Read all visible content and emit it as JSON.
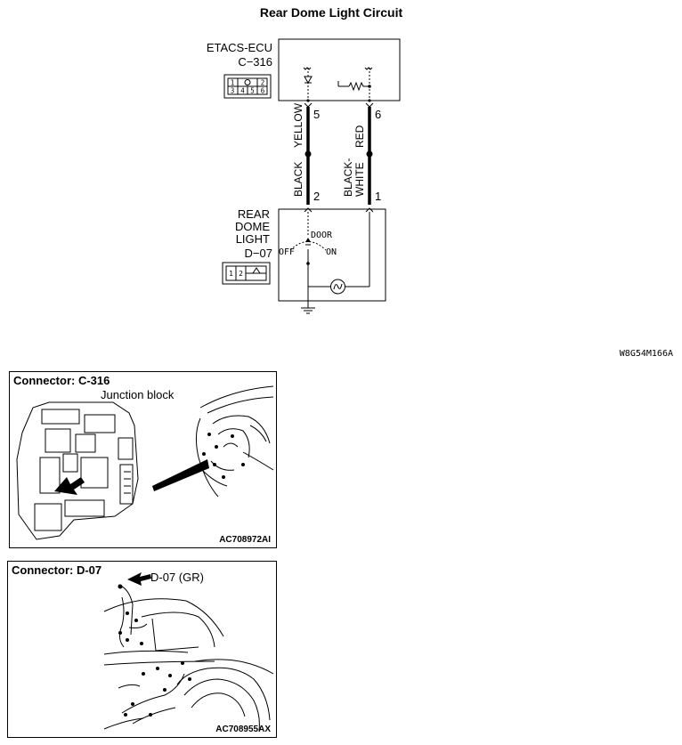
{
  "title": "Rear Dome Light Circuit",
  "doc_code": "W8G54M166A",
  "schematic": {
    "ecu_name": "ETACS-ECU",
    "ecu_connector": "C−316",
    "ecu_pins": [
      "1",
      "2",
      "3",
      "4",
      "5",
      "6"
    ],
    "pin_top_left": "5",
    "pin_top_right": "6",
    "wire_left_upper": "YELLOW",
    "wire_right_upper": "RED",
    "wire_left_lower": "BLACK",
    "wire_right_lower_1": "BLACK-",
    "wire_right_lower_2": "WHITE",
    "pin_bottom_left": "2",
    "pin_bottom_right": "1",
    "device_line1": "REAR",
    "device_line2": "DOME",
    "device_line3": "LIGHT",
    "device_connector": "D−07",
    "device_pins": [
      "1",
      "2"
    ],
    "switch_door": "DOOR",
    "switch_off": "OFF",
    "switch_on": "ON"
  },
  "panel1": {
    "title": "Connector: C-316",
    "callout": "Junction block",
    "code": "AC708972AI"
  },
  "panel2": {
    "title": "Connector: D-07",
    "callout": "D-07 (GR)",
    "code": "AC708955AX"
  }
}
